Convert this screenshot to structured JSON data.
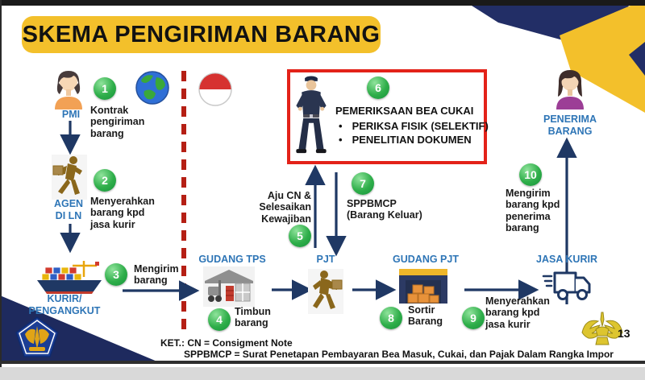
{
  "title": "SKEMA PENGIRIMAN BARANG",
  "page_number": "13",
  "colors": {
    "accent_yellow": "#F3C02B",
    "step_green": "#2FAE4A",
    "label_blue": "#2E75B6",
    "arrow_navy": "#1F3864",
    "alert_red": "#E32219",
    "dashed_red": "#B51F14",
    "decor_navy": "#222E66"
  },
  "actors": {
    "pmi": {
      "label": "PMI"
    },
    "agen_ln": {
      "label": "AGEN\nDI LN"
    },
    "kurir_pengangkut": {
      "label": "KURIR/\nPENGANGKUT"
    },
    "gudang_tps": {
      "label": "GUDANG TPS"
    },
    "pjt": {
      "label": "PJT"
    },
    "gudang_pjt": {
      "label": "GUDANG PJT"
    },
    "jasa_kurir": {
      "label": "JASA KURIR"
    },
    "penerima_barang": {
      "label": "PENERIMA\nBARANG"
    }
  },
  "steps": [
    {
      "num": "1",
      "label": "Kontrak\npengiriman\nbarang"
    },
    {
      "num": "2",
      "label": "Menyerahkan\nbarang kpd\njasa kurir"
    },
    {
      "num": "3",
      "label": "Mengirim\nbarang"
    },
    {
      "num": "4",
      "label": "Timbun\nbarang"
    },
    {
      "num": "5",
      "label": "Aju CN &\nSelesaikan\nKewajiban"
    },
    {
      "num": "6",
      "label": ""
    },
    {
      "num": "7",
      "label": "SPPBMCP\n(Barang Keluar)"
    },
    {
      "num": "8",
      "label": "Sortir\nBarang"
    },
    {
      "num": "9",
      "label": "Menyerahkan\nbarang kpd\njasa kurir"
    },
    {
      "num": "10",
      "label": "Mengirim\nbarang kpd\npenerima\nbarang"
    }
  ],
  "inspection": {
    "title": "PEMERIKSAAN BEA CUKAI",
    "bullets": [
      "PERIKSA FISIK (SELEKTIF)",
      "PENELITIAN DOKUMEN"
    ]
  },
  "footer": {
    "line1": "KET.: CN = Consigment Note",
    "line2": "SPPBMCP = Surat Penetapan Pembayaran Bea Masuk, Cukai, dan Pajak Dalam Rangka Impor"
  }
}
